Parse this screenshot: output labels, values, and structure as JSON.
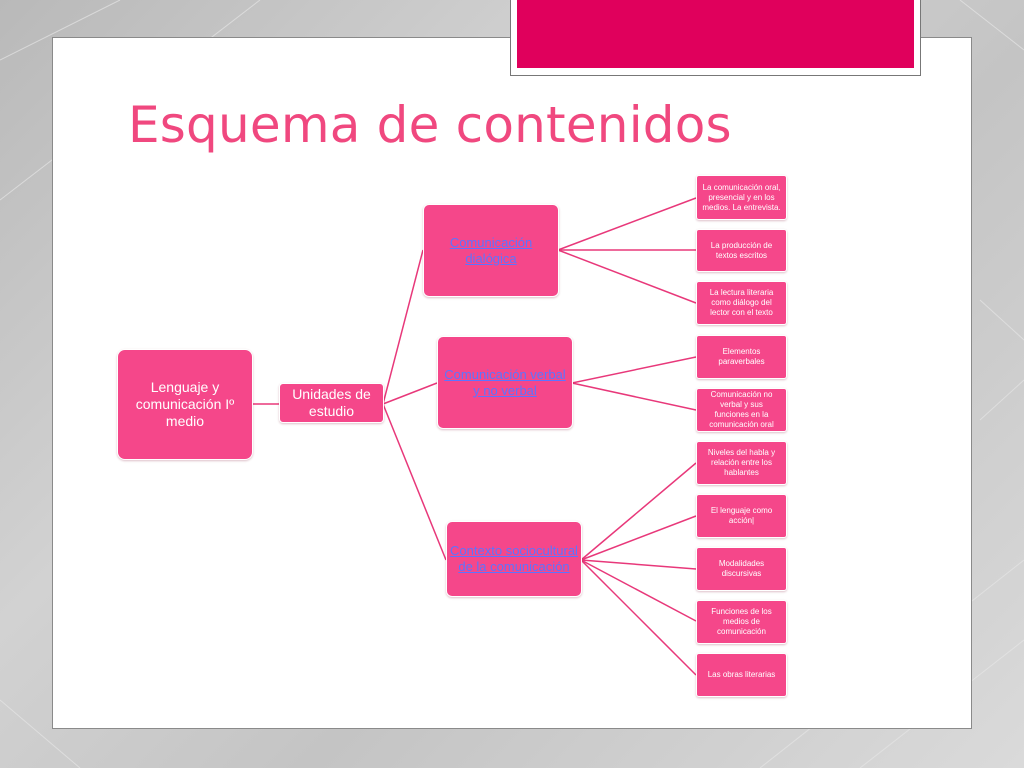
{
  "slide": {
    "title": "Esquema de contenidos",
    "accent_color": "#e0005c",
    "node_color": "#f5478a",
    "title_color": "#f0487f",
    "link_color": "#5c74ff"
  },
  "diagram": {
    "root": "Lenguaje y comunicación Iº medio",
    "hub": "Unidades de estudio",
    "branches": [
      {
        "label": "Comunicación dialógica",
        "leaves": [
          "La comunicación oral, presencial y en los medios. La entrevista.",
          "La producción de textos escritos",
          "La lectura literaria como diálogo del lector con el texto"
        ]
      },
      {
        "label": "Comunicación verbal y no verbal",
        "leaves": [
          "Elementos paraverbales",
          "Comunicación no verbal y sus funciones en la comunicación oral"
        ]
      },
      {
        "label": "Contexto sociocultural de la comunicación",
        "leaves": [
          "Niveles del habla y relación entre los hablantes",
          "El lenguaje como acción|",
          "Modalidades discursivas",
          "Funciones de los medios de comunicación",
          "Las obras literarias"
        ]
      }
    ]
  }
}
